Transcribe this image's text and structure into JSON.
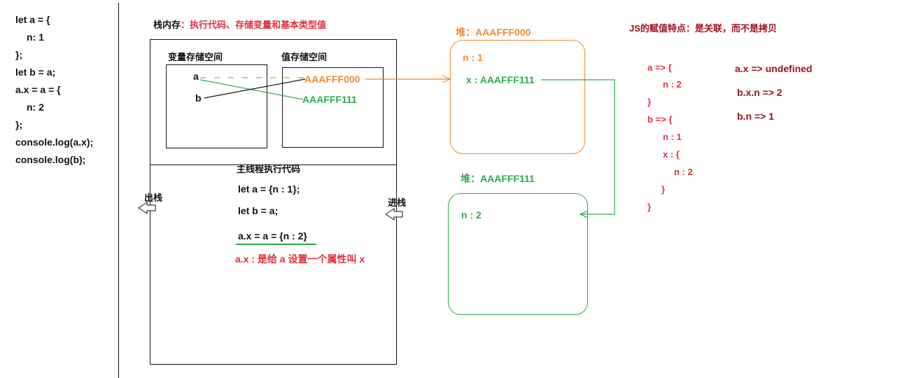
{
  "source_code": [
    "let a = {",
    "n: 1",
    "};",
    "let b = a;",
    "a.x = a = {",
    "n: 2",
    "};",
    "console.log(a.x);",
    "console.log(b);"
  ],
  "stack": {
    "title": "栈内存",
    "title_desc": "：执行代码、存储变量和基本类型值",
    "var_space_label": "变量存储空间",
    "value_space_label": "值存储空间",
    "var_a": "a",
    "var_b": "b",
    "addr_orange": "AAAFFF000",
    "addr_green": "AAAFFF111",
    "main_thread_label": "主线程执行代码",
    "code_lines": [
      "let a = {n : 1};",
      "let b = a;",
      "a.x = a = {n : 2}"
    ],
    "note": "a.x : 是给 a 设置一个属性叫 x",
    "pop_label": "出栈",
    "push_label": "进栈"
  },
  "heap1": {
    "title": "堆：AAAFFF000",
    "line1": "n : 1",
    "line2": "x : AAAFFF111"
  },
  "heap2": {
    "title": "堆：AAAFFF111",
    "line1": "n : 2"
  },
  "summary": {
    "title": "JS的赋值特点：是关联，而不是拷贝",
    "obj_lines": [
      "a => {",
      "n : 2",
      "}",
      "b => {",
      "n : 1",
      "x : {",
      "n : 2",
      "}",
      "}"
    ],
    "results": [
      "a.x => undefined",
      "b.x.n => 2",
      "b.n => 1"
    ]
  },
  "colors": {
    "orange": "#f2892e",
    "green": "#2cac4d",
    "red": "#e0303a",
    "dark_red": "#a01020"
  }
}
